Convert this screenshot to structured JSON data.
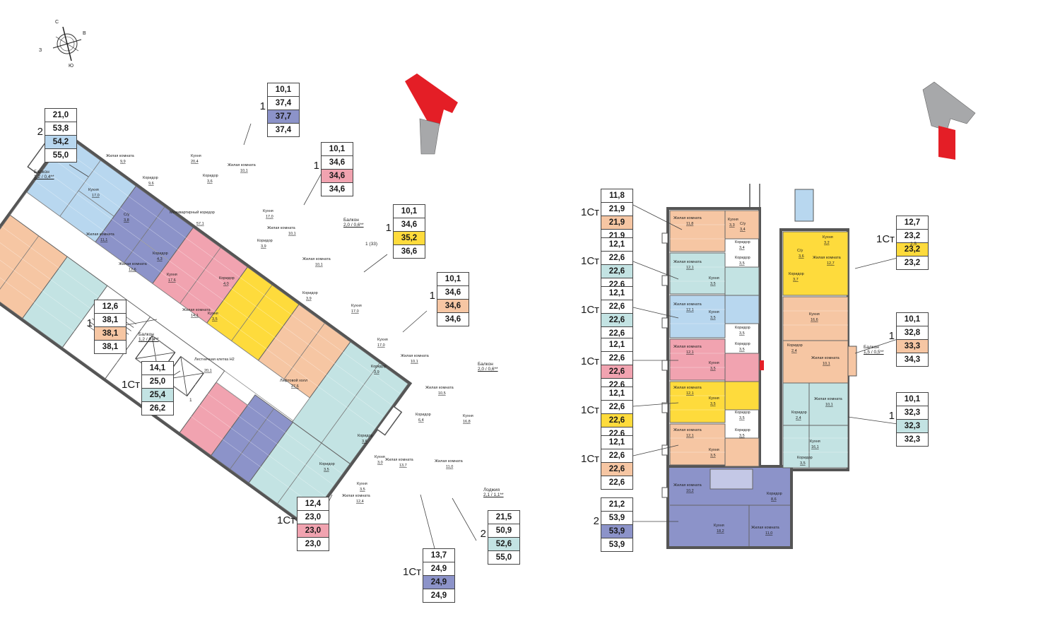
{
  "compass": {
    "north": "С",
    "east": "В",
    "south": "Ю",
    "west": "З"
  },
  "colors": {
    "blue": "#b8d7ef",
    "purple": "#8c93c9",
    "pink": "#f1a3b0",
    "yellow": "#fedb3c",
    "orange": "#f6c6a3",
    "teal": "#c3e3e3",
    "corridor": "#ffffff",
    "wall": "#555555",
    "marker_red": "#e41e26",
    "marker_gray": "#a7a8aa"
  },
  "left": {
    "apartments": [
      {
        "type": "2",
        "values": [
          "21,0",
          "53,8",
          "54,2",
          "55,0"
        ],
        "hl": "#b8d7ef"
      },
      {
        "type": "1",
        "values": [
          "10,1",
          "37,4",
          "37,7",
          "37,4"
        ],
        "hl": "#8c93c9"
      },
      {
        "type": "1",
        "values": [
          "10,1",
          "34,6",
          "34,6",
          "34,6"
        ],
        "hl": "#f1a3b0"
      },
      {
        "type": "1",
        "values": [
          "10,1",
          "34,6",
          "35,2",
          "36,6"
        ],
        "hl": "#fedb3c"
      },
      {
        "type": "1",
        "values": [
          "10,1",
          "34,6",
          "34,6",
          "34,6"
        ],
        "hl": "#f6c6a3"
      },
      {
        "type": "1",
        "values": [
          "12,6",
          "38,1",
          "38,1",
          "38,1"
        ],
        "hl": "#f6c6a3"
      },
      {
        "type": "1Ст",
        "values": [
          "14,1",
          "25,0",
          "25,4",
          "26,2"
        ],
        "hl": "#c3e3e3"
      },
      {
        "type": "1Ст",
        "values": [
          "12,4",
          "23,0",
          "23,0",
          "23,0"
        ],
        "hl": "#f1a3b0"
      },
      {
        "type": "2",
        "values": [
          "21,5",
          "50,9",
          "52,6",
          "55,0"
        ],
        "hl": "#c3e3e3"
      },
      {
        "type": "1Ст",
        "values": [
          "13,7",
          "24,9",
          "24,9",
          "24,9"
        ],
        "hl": "#8c93c9"
      }
    ],
    "rooms": [
      {
        "name": "Жилая комната",
        "area": "9,9"
      },
      {
        "name": "Кухня",
        "area": "17,0"
      },
      {
        "name": "Коридор",
        "area": "9,6"
      },
      {
        "name": "С/у",
        "area": "3,8"
      },
      {
        "name": "Жилая комната",
        "area": "11,1"
      },
      {
        "name": "Кухня",
        "area": "20,4"
      },
      {
        "name": "Коридор",
        "area": "3,6"
      },
      {
        "name": "Жилая комната",
        "area": "10,1"
      },
      {
        "name": "Межквартирный коридор",
        "area": "57,1"
      },
      {
        "name": "Кухня",
        "area": "17,0"
      },
      {
        "name": "Жилая комната",
        "area": "10,1"
      },
      {
        "name": "Коридор",
        "area": "3,9"
      },
      {
        "name": "Жилая комната",
        "area": "10,1"
      },
      {
        "name": "Коридор",
        "area": "3,9"
      },
      {
        "name": "Кухня",
        "area": "17,0"
      },
      {
        "name": "Коридор",
        "area": "4,3"
      },
      {
        "name": "Жилая комната",
        "area": "12,6"
      },
      {
        "name": "Кухня",
        "area": "17,6"
      },
      {
        "name": "Коридор",
        "area": "4,0"
      },
      {
        "name": "Жилая комната",
        "area": "14,1"
      },
      {
        "name": "Кухня",
        "area": "3,5"
      },
      {
        "name": "Лестничная клетка Н2",
        "area": "20,1"
      },
      {
        "name": "Лифтовой холл",
        "area": "27,6"
      },
      {
        "name": "Кухня",
        "area": "17,0"
      },
      {
        "name": "Жилая комната",
        "area": "10,1"
      },
      {
        "name": "Коридор",
        "area": "3,9"
      },
      {
        "name": "Жилая комната",
        "area": "10,5"
      },
      {
        "name": "Коридор",
        "area": "6,4"
      },
      {
        "name": "Кухня",
        "area": "16,8"
      },
      {
        "name": "Жилая комната",
        "area": "11,0"
      },
      {
        "name": "Коридор",
        "area": "3,6"
      },
      {
        "name": "Кухня",
        "area": "3,0"
      },
      {
        "name": "Жилая комната",
        "area": "13,7"
      },
      {
        "name": "Коридор",
        "area": "3,5"
      },
      {
        "name": "Кухня",
        "area": "3,5"
      },
      {
        "name": "Жилая комната",
        "area": "12,4"
      }
    ],
    "notes": {
      "balcony_1": {
        "name": "Балкон",
        "value": "1,2 / 0,4**"
      },
      "balcony_2": {
        "name": "Балкон",
        "value": "2,0 / 0,6**"
      },
      "balcony_3": {
        "name": "Балкон",
        "value": "1,2 / 0,4**"
      },
      "balcony_4": {
        "name": "Балкон",
        "value": "2,0 / 0,6**"
      },
      "loggia": {
        "name": "Лоджия",
        "value": "2,1 / 1,1**"
      },
      "ref_33": "1 (33)",
      "ref_1": "1"
    }
  },
  "right": {
    "apartments": [
      {
        "type": "1Ст",
        "values": [
          "11,8",
          "21,9",
          "21,9",
          "21,9"
        ],
        "hl": "#f6c6a3"
      },
      {
        "type": "1Ст",
        "values": [
          "12,1",
          "22,6",
          "22,6",
          "22,6"
        ],
        "hl": "#c3e3e3"
      },
      {
        "type": "1Ст",
        "values": [
          "12,1",
          "22,6",
          "22,6",
          "22,6"
        ],
        "hl": "#c3e3e3"
      },
      {
        "type": "1Ст",
        "values": [
          "12,1",
          "22,6",
          "22,6",
          "22,6"
        ],
        "hl": "#f1a3b0"
      },
      {
        "type": "1Ст",
        "values": [
          "12,1",
          "22,6",
          "22,6",
          "22,6"
        ],
        "hl": "#fedb3c"
      },
      {
        "type": "1Ст",
        "values": [
          "12,1",
          "22,6",
          "22,6",
          "22,6"
        ],
        "hl": "#f6c6a3"
      },
      {
        "type": "2",
        "values": [
          "21,2",
          "53,9",
          "53,9",
          "53,9"
        ],
        "hl": "#8c93c9"
      },
      {
        "type": "1Ст",
        "values": [
          "12,7",
          "23,2",
          "23,2",
          "23,2"
        ],
        "hl": "#fedb3c"
      },
      {
        "type": "1",
        "values": [
          "10,1",
          "32,8",
          "33,3",
          "34,3"
        ],
        "hl": "#f6c6a3"
      },
      {
        "type": "1",
        "values": [
          "10,1",
          "32,3",
          "32,3",
          "32,3"
        ],
        "hl": "#c3e3e3"
      }
    ],
    "rooms": [
      {
        "name": "Жилая комната",
        "area": "11,8"
      },
      {
        "name": "Кухня",
        "area": "3,3"
      },
      {
        "name": "С/у",
        "area": "3,4"
      },
      {
        "name": "Коридор",
        "area": "3,4"
      },
      {
        "name": "Жилая комната",
        "area": "12,1"
      },
      {
        "name": "Кухня",
        "area": "3,5"
      },
      {
        "name": "Коридор",
        "area": "3,5"
      },
      {
        "name": "Жилая комната",
        "area": "12,1"
      },
      {
        "name": "Кухня",
        "area": "3,5"
      },
      {
        "name": "Коридор",
        "area": "3,5"
      },
      {
        "name": "Жилая комната",
        "area": "12,1"
      },
      {
        "name": "Коридор",
        "area": "3,5"
      },
      {
        "name": "Кухня",
        "area": "3,5"
      },
      {
        "name": "Жилая комната",
        "area": "12,1"
      },
      {
        "name": "Кухня",
        "area": "3,5"
      },
      {
        "name": "Коридор",
        "area": "3,5"
      },
      {
        "name": "Жилая комната",
        "area": "12,1"
      },
      {
        "name": "Коридор",
        "area": "3,5"
      },
      {
        "name": "Кухня",
        "area": "3,5"
      },
      {
        "name": "Жилая комната",
        "area": "10,2"
      },
      {
        "name": "Коридор",
        "area": "8,6"
      },
      {
        "name": "Кухня",
        "area": "18,2"
      },
      {
        "name": "Жилая комната",
        "area": "11,0"
      },
      {
        "name": "С/у",
        "area": "3,6"
      },
      {
        "name": "Кухня",
        "area": "3,2"
      },
      {
        "name": "Коридор",
        "area": "3,7"
      },
      {
        "name": "Жилая комната",
        "area": "12,7"
      },
      {
        "name": "Кухня",
        "area": "16,6"
      },
      {
        "name": "Коридор",
        "area": "2,4"
      },
      {
        "name": "Жилая комната",
        "area": "10,1"
      },
      {
        "name": "Жилая комната",
        "area": "10,1"
      },
      {
        "name": "Коридор",
        "area": "2,4"
      },
      {
        "name": "Кухня",
        "area": "16,1"
      },
      {
        "name": "Коридор",
        "area": "3,5"
      }
    ],
    "notes": {
      "balcony": {
        "name": "Балкон",
        "value": "1,5 / 0,5**"
      },
      "side_note": "2,5"
    }
  }
}
